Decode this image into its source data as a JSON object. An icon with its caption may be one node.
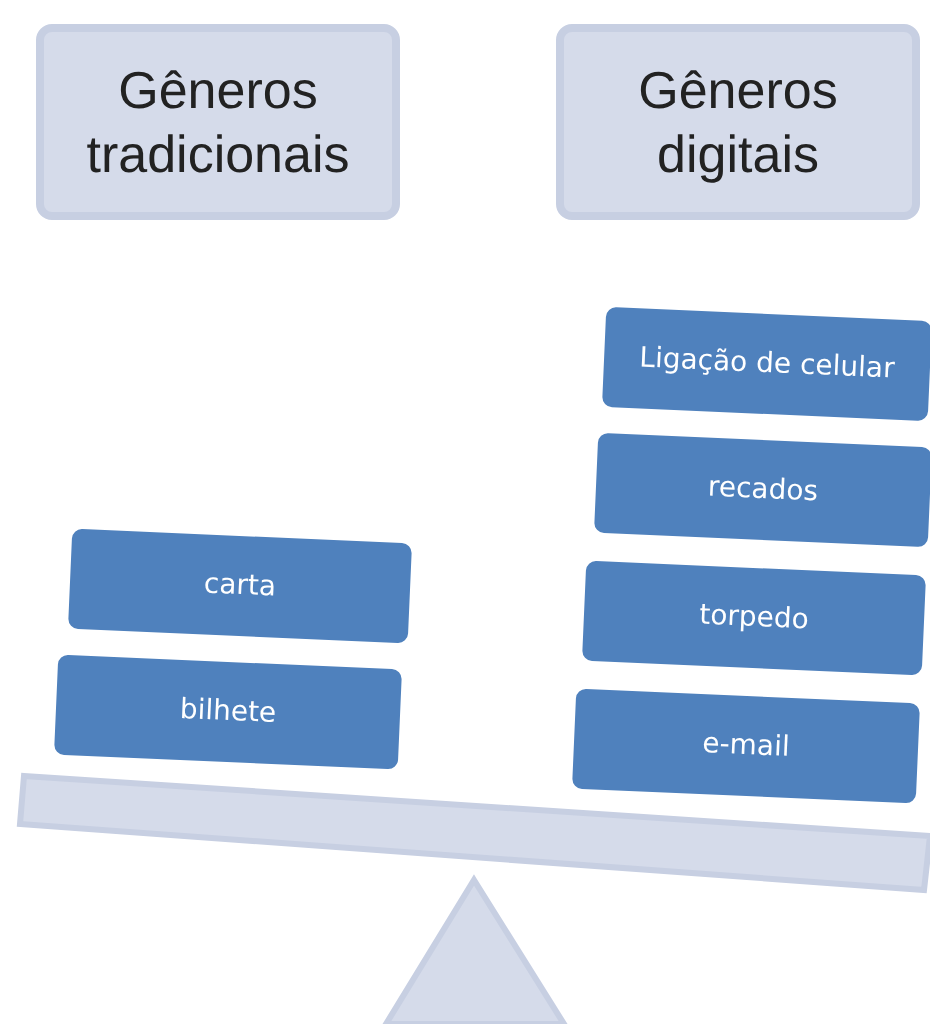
{
  "diagram": {
    "nodes": [
      {
        "text": [
          "Gêneros tradicionais"
        ]
      },
      {
        "text": [
          "Gêneros digitais"
        ]
      },
      {
        "text": [
          "carta"
        ]
      },
      {
        "text": [
          "bilhete"
        ]
      },
      {
        "text": [
          "Ligação de celular"
        ]
      },
      {
        "text": [
          "recados"
        ]
      },
      {
        "text": [
          "torpedo"
        ]
      },
      {
        "text": [
          "e-mail"
        ]
      }
    ]
  }
}
